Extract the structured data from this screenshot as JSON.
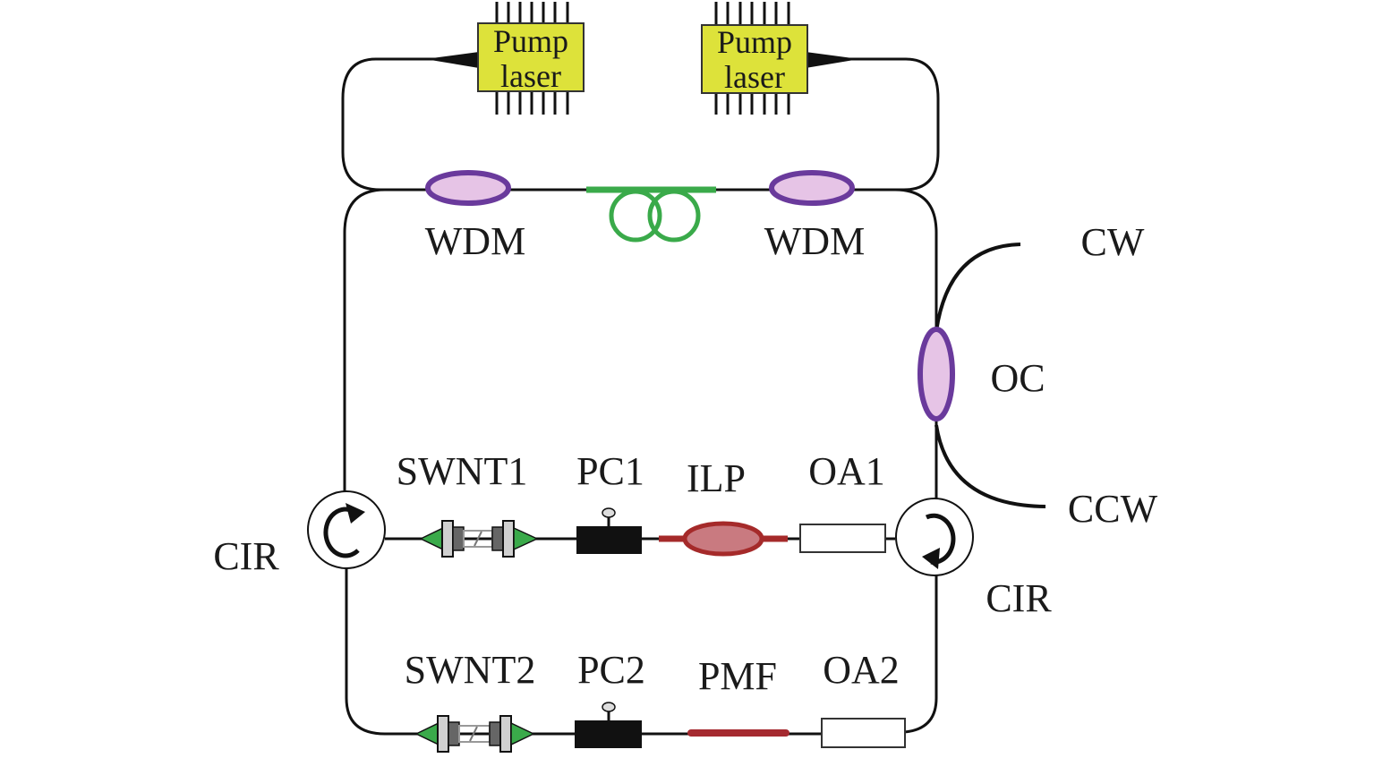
{
  "diagram": {
    "title": "",
    "pump_lasers": [
      {
        "line1": "Pump",
        "line2": "laser"
      },
      {
        "line1": "Pump",
        "line2": "laser"
      }
    ],
    "labels": {
      "wdm_left": "WDM",
      "wdm_right": "WDM",
      "cw": "CW",
      "oc": "OC",
      "ccw": "CCW",
      "cir_left": "CIR",
      "cir_right": "CIR",
      "swnt1": "SWNT1",
      "pc1": "PC1",
      "ilp": "ILP",
      "oa1": "OA1",
      "swnt2": "SWNT2",
      "pc2": "PC2",
      "pmf": "PMF",
      "oa2": "OA2"
    },
    "colors": {
      "pump_fill": "#dde23a",
      "wdm_stroke": "#6a3a9c",
      "wdm_fill": "#e6c4e6",
      "gain_fiber": "#3aaa4a",
      "ilp_stroke": "#a52a2a",
      "ilp_fill": "#c97a80",
      "pmf": "#a52a30",
      "swnt_green": "#3aaa4a",
      "fiber": "#111111"
    }
  }
}
